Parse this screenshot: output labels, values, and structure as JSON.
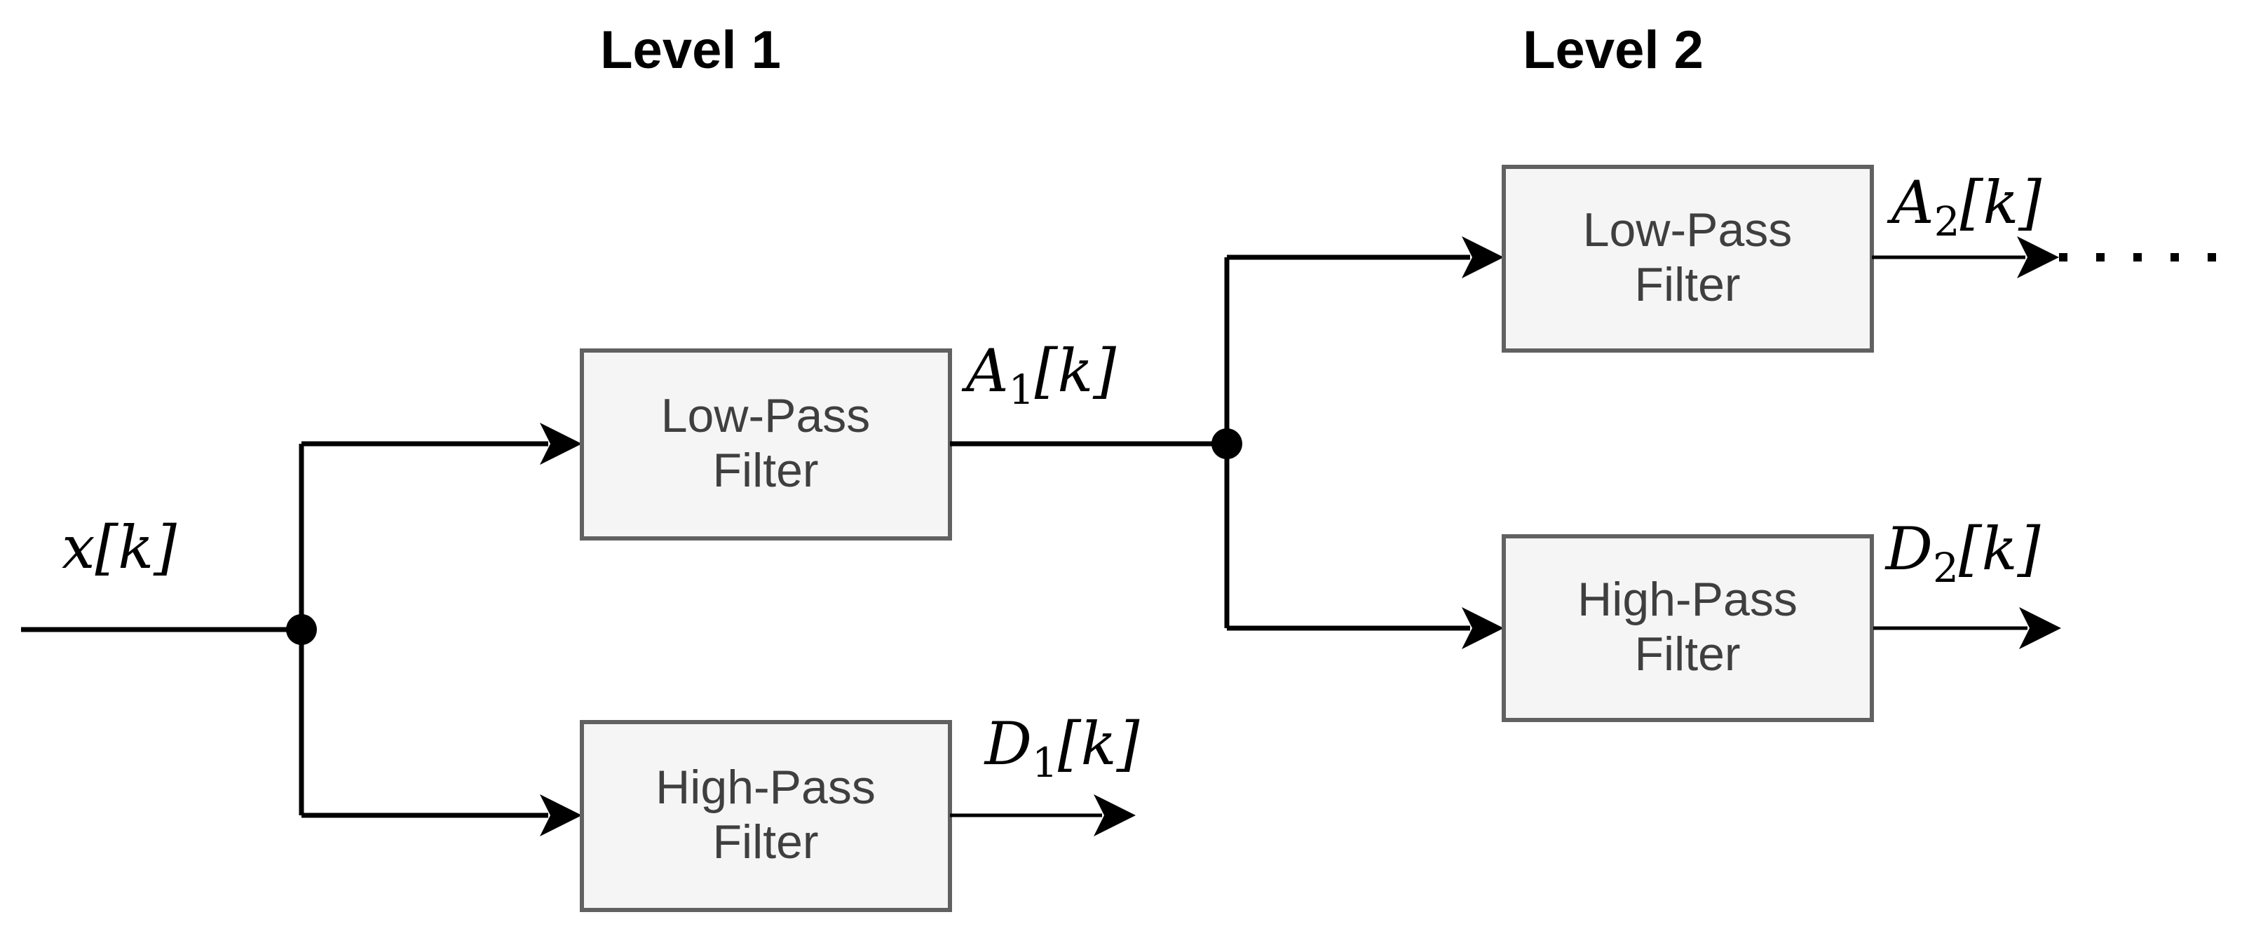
{
  "colors": {
    "line": "#000000",
    "box_fill": "#f5f5f5",
    "box_border": "#616161",
    "box_text": "#3f3f3f"
  },
  "titles": {
    "level1": "Level 1",
    "level2": "Level 2"
  },
  "signals": {
    "input": {
      "base": "x",
      "index": "[k]"
    },
    "a1": {
      "base": "A",
      "sub": "1",
      "index": "[k]"
    },
    "d1": {
      "base": "D",
      "sub": "1",
      "index": "[k]"
    },
    "a2": {
      "base": "A",
      "sub": "2",
      "index": "[k]"
    },
    "d2": {
      "base": "D",
      "sub": "2",
      "index": "[k]"
    }
  },
  "filters": {
    "l1_low": {
      "line1": "Low-Pass",
      "line2": "Filter"
    },
    "l1_high": {
      "line1": "High-Pass",
      "line2": "Filter"
    },
    "l2_low": {
      "line1": "Low-Pass",
      "line2": "Filter"
    },
    "l2_high": {
      "line1": "High-Pass",
      "line2": "Filter"
    }
  },
  "continuation": {
    "style": "dotted",
    "dot_count": 5
  }
}
